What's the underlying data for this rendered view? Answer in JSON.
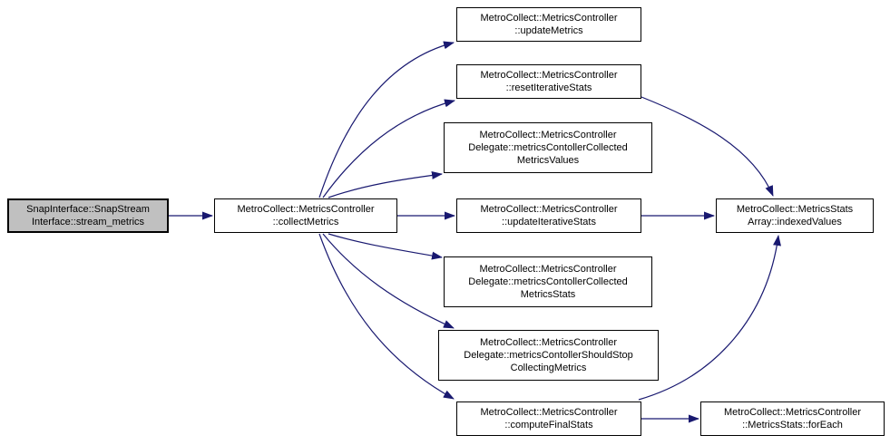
{
  "diagram_type": "doxygen-call-graph",
  "colors": {
    "edge": "#191970",
    "node_border": "#000000",
    "node_fill": "#ffffff",
    "highlight_fill": "#c0c0c0",
    "background": "#ffffff",
    "text": "#000000"
  },
  "nodes": [
    {
      "id": "stream-metrics",
      "lines": [
        "SnapInterface::SnapStream",
        "Interface::stream_metrics"
      ]
    },
    {
      "id": "collect-metrics",
      "lines": [
        "MetroCollect::MetricsController",
        "::collectMetrics"
      ]
    },
    {
      "id": "update-metrics",
      "lines": [
        "MetroCollect::MetricsController",
        "::updateMetrics"
      ]
    },
    {
      "id": "reset-iterative-stats",
      "lines": [
        "MetroCollect::MetricsController",
        "::resetIterativeStats"
      ]
    },
    {
      "id": "collected-metrics-values",
      "lines": [
        "MetroCollect::MetricsController",
        "Delegate::metricsContollerCollected",
        "MetricsValues"
      ]
    },
    {
      "id": "update-iterative-stats",
      "lines": [
        "MetroCollect::MetricsController",
        "::updateIterativeStats"
      ]
    },
    {
      "id": "collected-metrics-stats",
      "lines": [
        "MetroCollect::MetricsController",
        "Delegate::metricsContollerCollected",
        "MetricsStats"
      ]
    },
    {
      "id": "should-stop-collecting",
      "lines": [
        "MetroCollect::MetricsController",
        "Delegate::metricsContollerShouldStop",
        "CollectingMetrics"
      ]
    },
    {
      "id": "compute-final-stats",
      "lines": [
        "MetroCollect::MetricsController",
        "::computeFinalStats"
      ]
    },
    {
      "id": "indexed-values",
      "lines": [
        "MetroCollect::MetricsStats",
        "Array::indexedValues"
      ]
    },
    {
      "id": "for-each",
      "lines": [
        "MetroCollect::MetricsController",
        "::MetricsStats::forEach"
      ]
    }
  ],
  "edges": [
    {
      "from": "stream-metrics",
      "to": "collect-metrics"
    },
    {
      "from": "collect-metrics",
      "to": "update-metrics"
    },
    {
      "from": "collect-metrics",
      "to": "reset-iterative-stats"
    },
    {
      "from": "collect-metrics",
      "to": "collected-metrics-values"
    },
    {
      "from": "collect-metrics",
      "to": "update-iterative-stats"
    },
    {
      "from": "collect-metrics",
      "to": "collected-metrics-stats"
    },
    {
      "from": "collect-metrics",
      "to": "should-stop-collecting"
    },
    {
      "from": "collect-metrics",
      "to": "compute-final-stats"
    },
    {
      "from": "reset-iterative-stats",
      "to": "indexed-values"
    },
    {
      "from": "update-iterative-stats",
      "to": "indexed-values"
    },
    {
      "from": "compute-final-stats",
      "to": "indexed-values"
    },
    {
      "from": "compute-final-stats",
      "to": "for-each"
    }
  ]
}
